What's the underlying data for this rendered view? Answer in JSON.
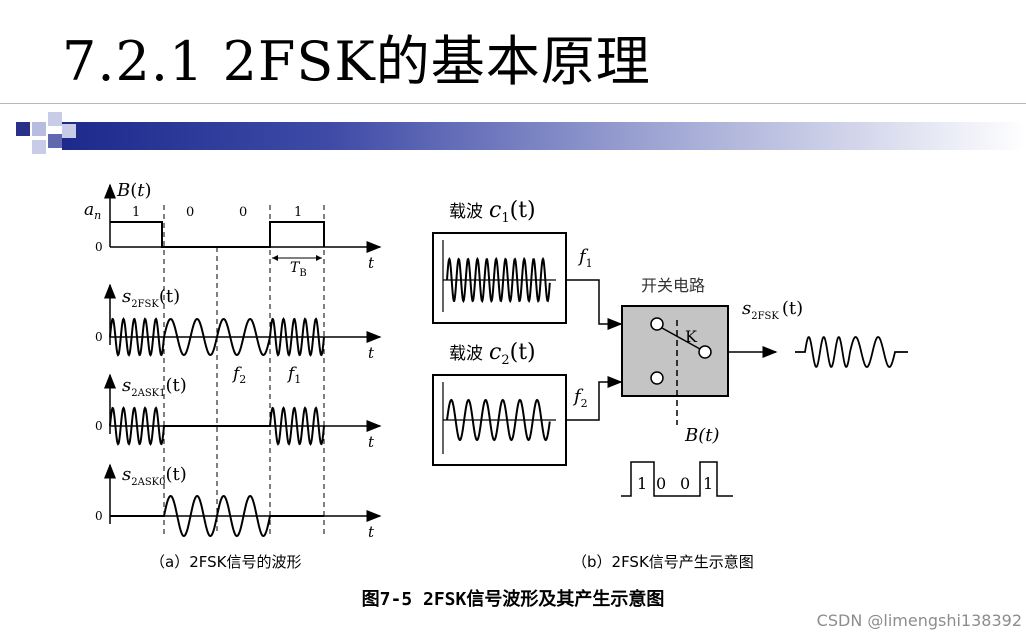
{
  "slide": {
    "title": "7.2.1  2FSK的基本原理"
  },
  "waveforms": {
    "b_label": "B(t)",
    "b_var": "B",
    "an_label": "a",
    "an_sub": "n",
    "zero": "0",
    "t": "t",
    "bits": [
      "1",
      "0",
      "0",
      "1"
    ],
    "tb_label": "T",
    "tb_sub": "B",
    "s2fsk_var": "s",
    "s2fsk_sub": "2FSK",
    "s2ask1_sub": "2ASK1",
    "s2ask0_sub": "2ASK0",
    "arg": "(t)",
    "f2_var": "f",
    "f2_sub": "2",
    "f1_var": "f",
    "f1_sub": "1"
  },
  "generator": {
    "carrier_label": "载波",
    "c_var": "c",
    "c1_sub": "1",
    "c2_sub": "2",
    "arg": "(t)",
    "f1_var": "f",
    "f1_sub": "1",
    "f2_var": "f",
    "f2_sub": "2",
    "switch_label": "开关电路",
    "k_label": "K",
    "out_var": "s",
    "out_sub": "2FSK",
    "b_label": "B(t)",
    "bits": [
      "1",
      "0",
      "0",
      "1"
    ]
  },
  "captions": {
    "a": "（a）2FSK信号的波形",
    "b": "（b）2FSK信号产生示意图",
    "figure": "图7-5 2FSK信号波形及其产生示意图"
  },
  "watermark": "CSDN @limengshi138392",
  "colors": {
    "band_dark": "#1d2a8c",
    "band_light": "#9aa1d1",
    "switch_box": "#c4c4c4"
  }
}
